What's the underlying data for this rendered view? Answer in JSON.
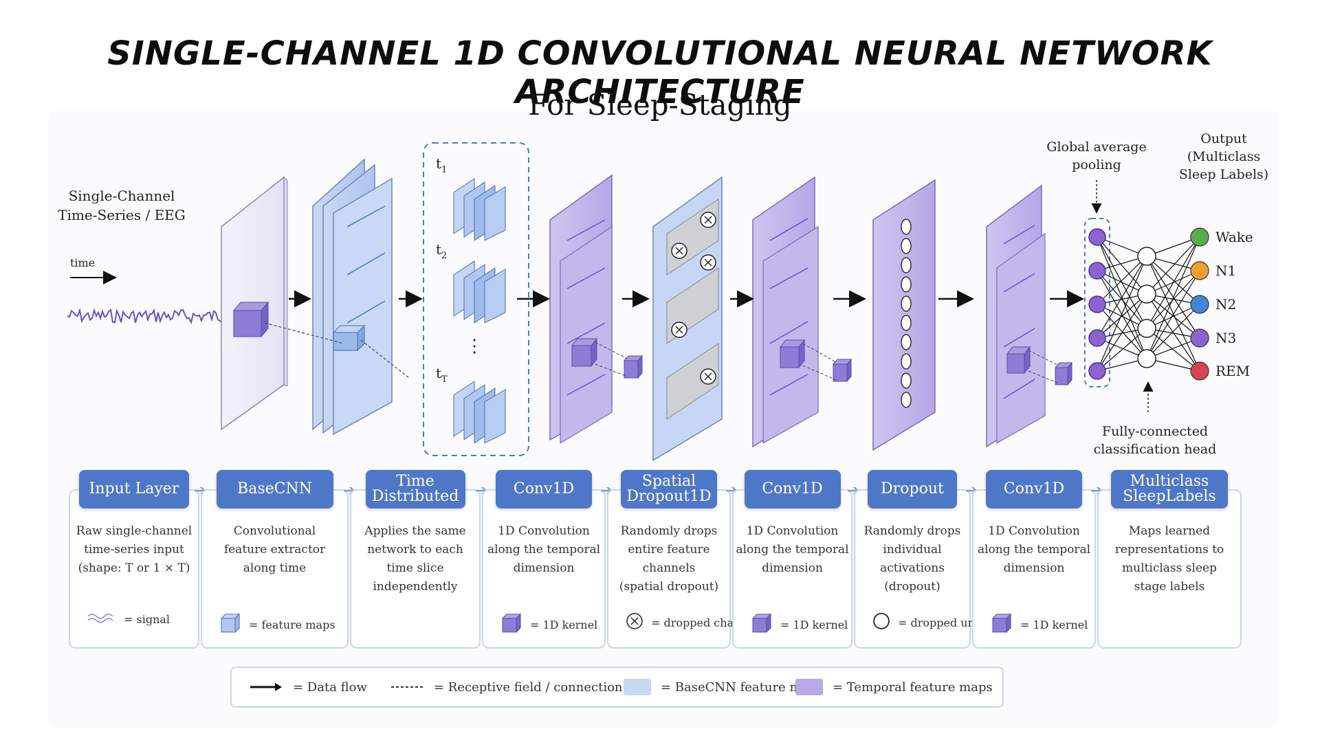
{
  "title": "SINGLE-CHANNEL 1D CONVOLUTIONAL NEURAL NETWORK ARCHITECTURE",
  "subtitle": "For Sleep-Staging",
  "input_label_line1": "Single-Channel",
  "input_label_line2": "Time-Series / EEG",
  "time_label": "time",
  "time_steps": [
    "t",
    "t",
    "t"
  ],
  "time_step_subs": [
    "1",
    "2",
    "T"
  ],
  "gap_label": "Global average pooling",
  "gap_line1": "Global average",
  "gap_line2": "pooling",
  "output_line1": "Output",
  "output_line2": "(Multiclass",
  "output_line3": "Sleep Labels)",
  "fc_line1": "Fully-connected",
  "fc_line2": "classification head",
  "classes": [
    {
      "name": "Wake",
      "color": "#5cab4f"
    },
    {
      "name": "N1",
      "color": "#f0a030"
    },
    {
      "name": "N2",
      "color": "#3f86d8"
    },
    {
      "name": "N3",
      "color": "#8a63cf"
    },
    {
      "name": "REM",
      "color": "#d9434f"
    }
  ],
  "colors": {
    "basecnn": "#b9cdf0",
    "temporal": "#b4a6e6",
    "accent": "#4f77c7",
    "signal": "#6a4fc9"
  },
  "layers": [
    {
      "name": "Input Layer",
      "desc": "Raw single-channel\ntime-series input\n(shape: T or 1 × T)",
      "legend": "= signal",
      "legend_icon": "signal-icon"
    },
    {
      "name": "BaseCNN",
      "desc": "Convolutional\nfeature extractor\nalong time",
      "legend": "= feature maps",
      "legend_icon": "feature-map-icon"
    },
    {
      "name": "Time\nDistributed",
      "desc": "Applies the same\nnetwork to each\ntime slice\nindependently",
      "legend": "",
      "legend_icon": ""
    },
    {
      "name": "Conv1D",
      "desc": "1D Convolution\nalong the temporal\ndimension",
      "legend": "= 1D kernel",
      "legend_icon": "kernel-icon"
    },
    {
      "name": "Spatial\nDropout1D",
      "desc": "Randomly drops\nentire feature\nchannels\n(spatial dropout)",
      "legend": "= dropped channel",
      "legend_icon": "x-circle-icon"
    },
    {
      "name": "Conv1D",
      "desc": "1D Convolution\nalong the temporal\ndimension",
      "legend": "= 1D kernel",
      "legend_icon": "kernel-icon"
    },
    {
      "name": "Dropout",
      "desc": "Randomly drops\nindividual\nactivations\n(dropout)",
      "legend": "= dropped unit",
      "legend_icon": "circle-icon"
    },
    {
      "name": "Conv1D",
      "desc": "1D Convolution\nalong the temporal\ndimension",
      "legend": "= 1D kernel",
      "legend_icon": "kernel-icon"
    },
    {
      "name": "Multiclass\nSleepLabels",
      "desc": "Maps learned\nrepresentations to\nmulticlass sleep\nstage labels",
      "legend": "",
      "legend_icon": ""
    }
  ],
  "legend": {
    "data_flow": "= Data flow",
    "receptive": "= Receptive field / connection",
    "basecnn_maps": "= BaseCNN feature maps",
    "temporal_maps": "= Temporal feature maps"
  }
}
